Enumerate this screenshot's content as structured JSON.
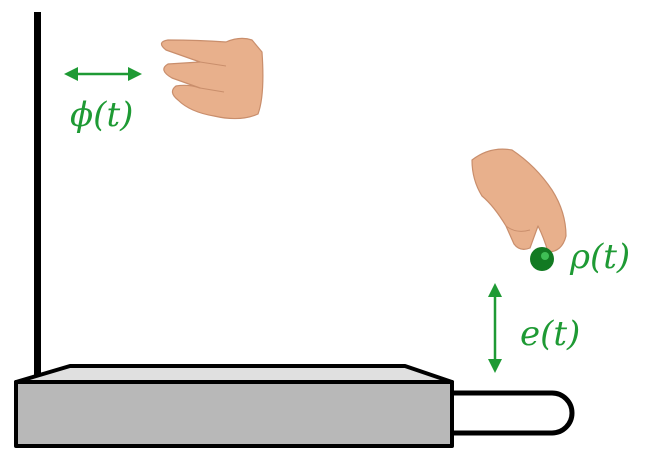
{
  "labels": {
    "pitch": "ϕ(t)",
    "player": "ρ(t)",
    "volume": "e(t)"
  },
  "icons": {
    "pitch_hand": "hand-pointing-icon",
    "volume_hand": "hand-pinching-icon"
  },
  "colors": {
    "label": "#1e9a34",
    "arrow": "#1e9a34",
    "token": "#127a22",
    "box_fill": "#b8b8b8",
    "outline": "#000000",
    "skin": "#e8b08c"
  }
}
